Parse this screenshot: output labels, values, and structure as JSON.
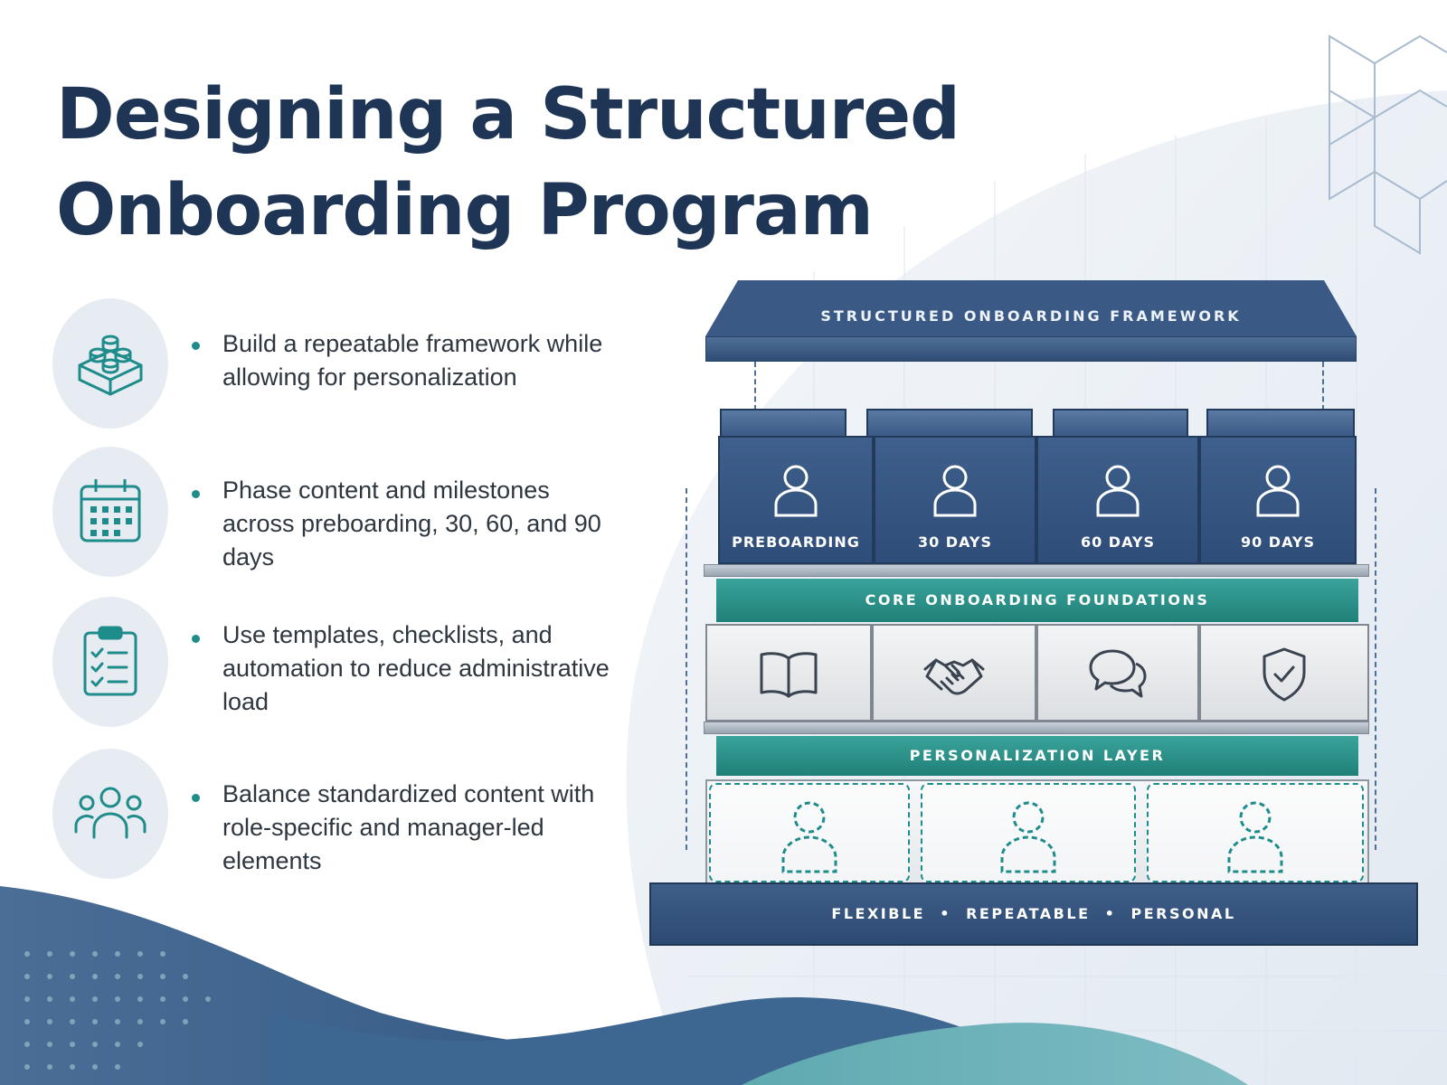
{
  "title": {
    "line1": "Designing a Structured",
    "line2": "Onboarding Program"
  },
  "bullets": [
    {
      "icon": "building-block-icon",
      "text": "Build a repeatable framework while allowing for personalization"
    },
    {
      "icon": "calendar-icon",
      "text": "Phase content and milestones across preboarding, 30, 60, and 90 days"
    },
    {
      "icon": "checklist-icon",
      "text": "Use templates, checklists, and automation to reduce administrative load"
    },
    {
      "icon": "group-icon",
      "text": "Balance standardized content with role-specific and manager-led elements"
    }
  ],
  "diagram": {
    "roof_label": "STRUCTURED ONBOARDING FRAMEWORK",
    "phases": [
      "PREBOARDING",
      "30 DAYS",
      "60 DAYS",
      "90 DAYS"
    ],
    "core_label": "CORE ONBOARDING FOUNDATIONS",
    "foundation_icons": [
      "book-icon",
      "handshake-icon",
      "chat-bubbles-icon",
      "shield-check-icon"
    ],
    "personalization_label": "PERSONALIZATION LAYER",
    "base_label": "FLEXIBLE  •  REPEATABLE  •  PERSONAL"
  },
  "colors": {
    "navy": "#1f3556",
    "block_blue": "#3a5a85",
    "teal": "#1f8c8c",
    "icon_bg": "#e7ecf2"
  }
}
